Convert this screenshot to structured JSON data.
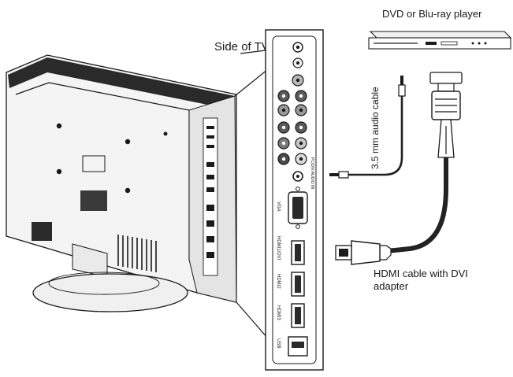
{
  "labels": {
    "player": "DVD or Blu-ray player",
    "side_of_tv": "Side of TV",
    "audio_cable": "3.5 mm audio cable",
    "hdmi_cable_line1": "HDMI cable with DVI",
    "hdmi_cable_line2": "adapter"
  },
  "panel_port_labels": {
    "hdmi1": "HDMI1/DVI",
    "hdmi2": "HDMI2",
    "hdmi3": "HDMI3",
    "usb": "USB",
    "vga": "VGA",
    "pc_audio": "PC/DVI AUDIO IN"
  },
  "colors": {
    "line": "#1a1a1a",
    "tv_body": "#f2f2f2",
    "tv_shade": "#d9d9d9",
    "dark": "#1e1e1e",
    "cable": "#222222"
  }
}
